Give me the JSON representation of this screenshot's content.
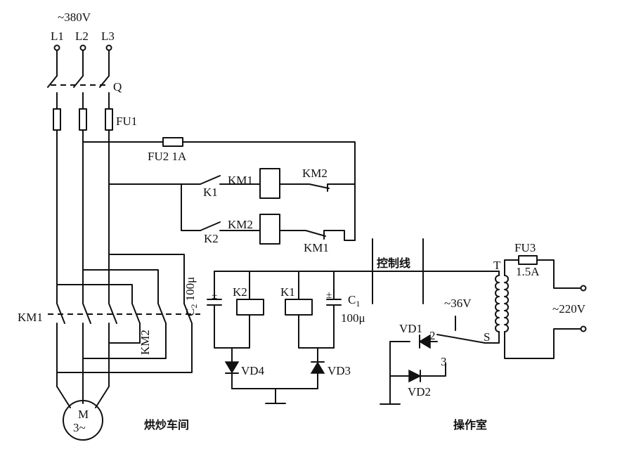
{
  "supply": {
    "voltage": "~380V",
    "phases": [
      "L1",
      "L2",
      "L3"
    ]
  },
  "labels": {
    "q": "Q",
    "fu1": "FU1",
    "fu2": "FU2  1A",
    "k1": "K1",
    "k2": "K2",
    "km1_coil": "KM1",
    "km2_coil": "KM2",
    "km2_nc": "KM2",
    "km1_nc": "KM1",
    "km1_main": "KM1",
    "km2_main": "KM2",
    "c2": "C",
    "c2_sub": "2",
    "c2_val": "100μ",
    "c1": "C",
    "c1_sub": "1",
    "c1_val": "100μ",
    "k2_relay": "K2",
    "k1_relay": "K1",
    "vd4": "VD4",
    "vd3": "VD3",
    "vd1": "VD1",
    "vd2": "VD2",
    "control_line": "控制线",
    "t": "T",
    "fu3": "FU3",
    "fu3_val": "1.5A",
    "v36": "~36V",
    "v220": "~220V",
    "s": "S",
    "pos2": "2",
    "pos3": "3",
    "motor_m": "M",
    "motor_3": "3~",
    "workshop": "烘炒车间",
    "operation_room": "操作室",
    "plus": "±"
  }
}
